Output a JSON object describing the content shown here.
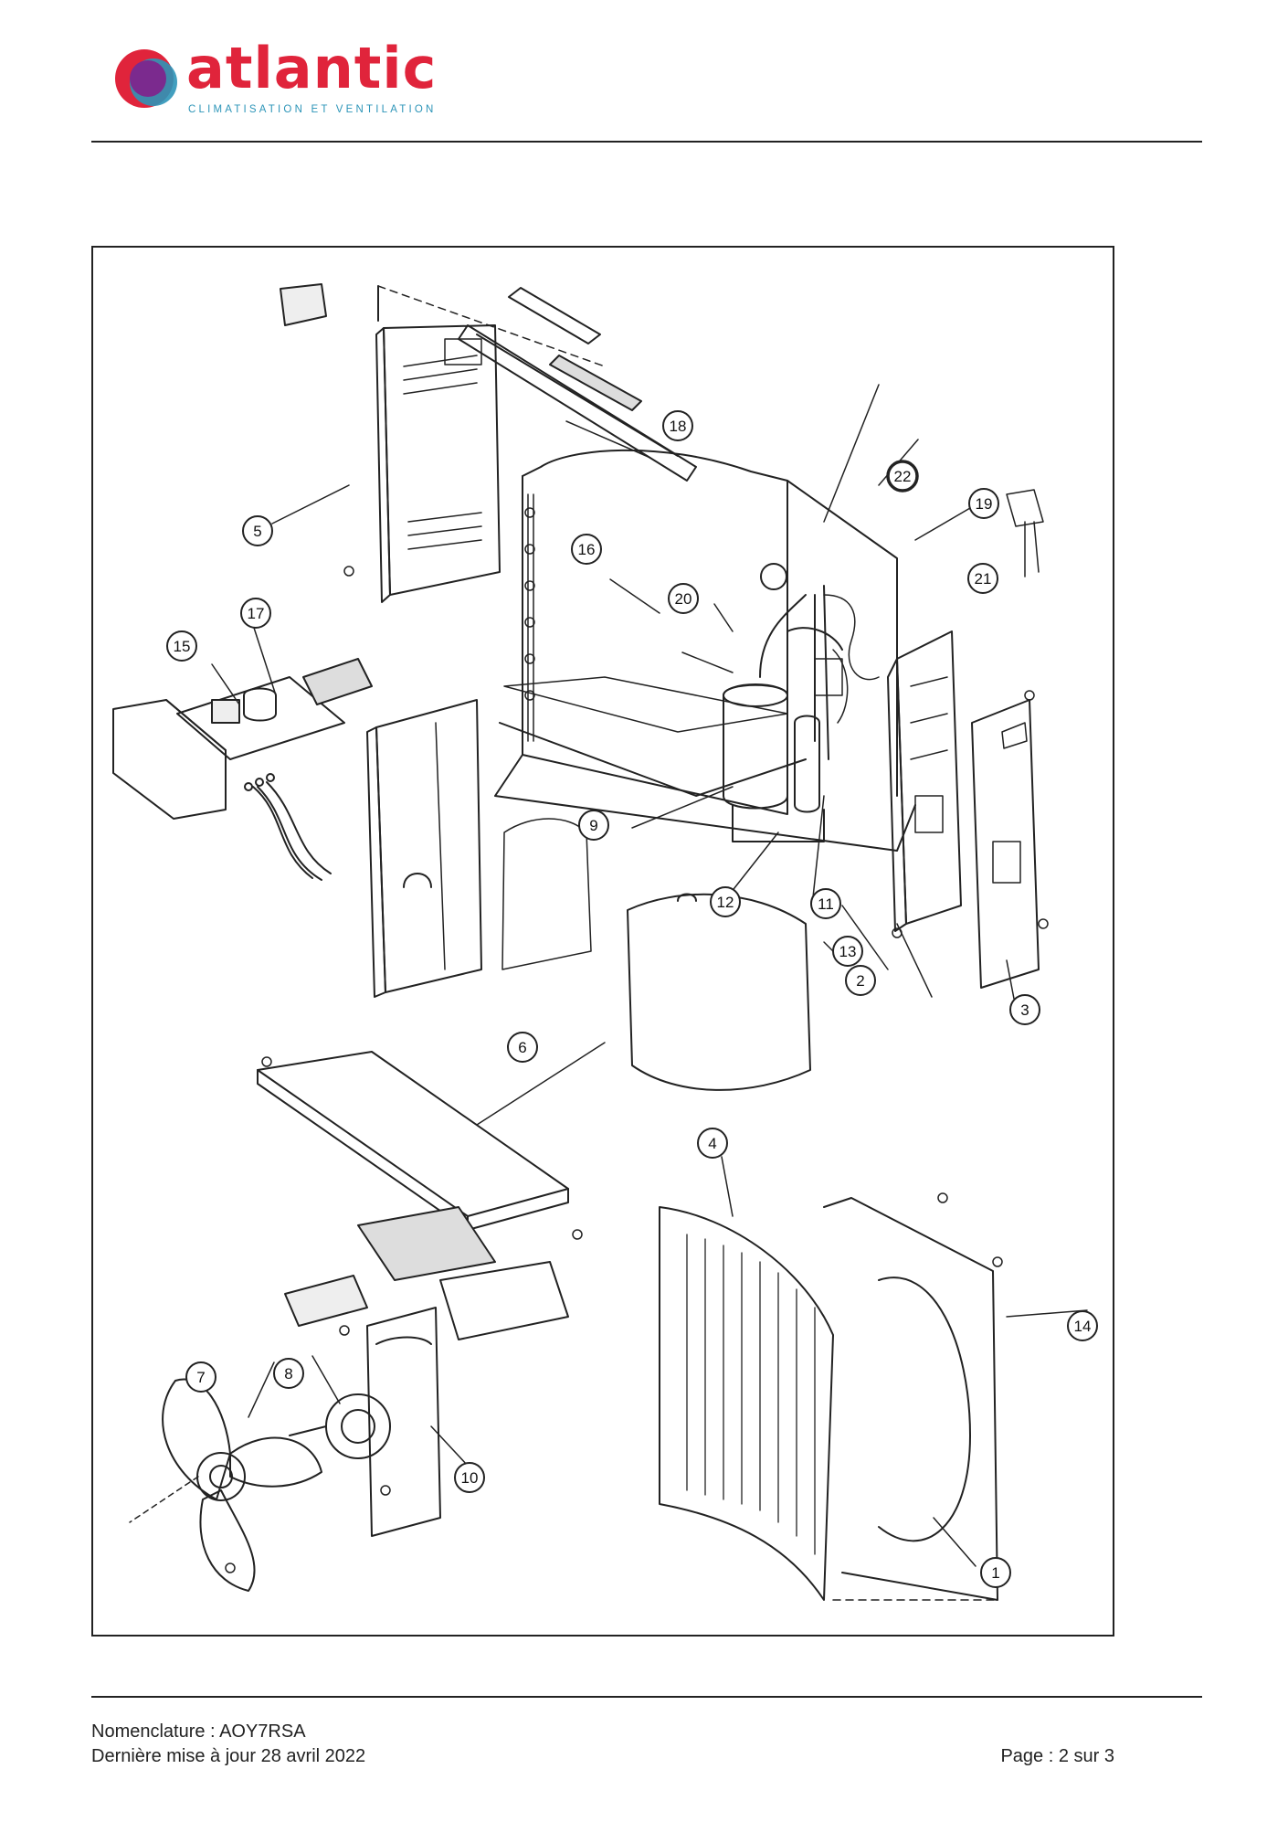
{
  "header": {
    "brand": "atlantic",
    "tagline": "CLIMATISATION ET VENTILATION",
    "colors": {
      "brand_red": "#e0243b",
      "brand_blue": "#2d95b8",
      "brand_purple": "#7b2a8e"
    }
  },
  "diagram": {
    "callouts": [
      "1",
      "2",
      "3",
      "4",
      "5",
      "6",
      "7",
      "8",
      "9",
      "10",
      "11",
      "12",
      "13",
      "14",
      "15",
      "16",
      "17",
      "18",
      "19",
      "20",
      "21",
      "22"
    ]
  },
  "footer": {
    "nomenclature": "Nomenclature : AOY7RSA",
    "updated": "Dernière mise à jour 28 avril 2022",
    "page": "Page : 2 sur 3"
  }
}
